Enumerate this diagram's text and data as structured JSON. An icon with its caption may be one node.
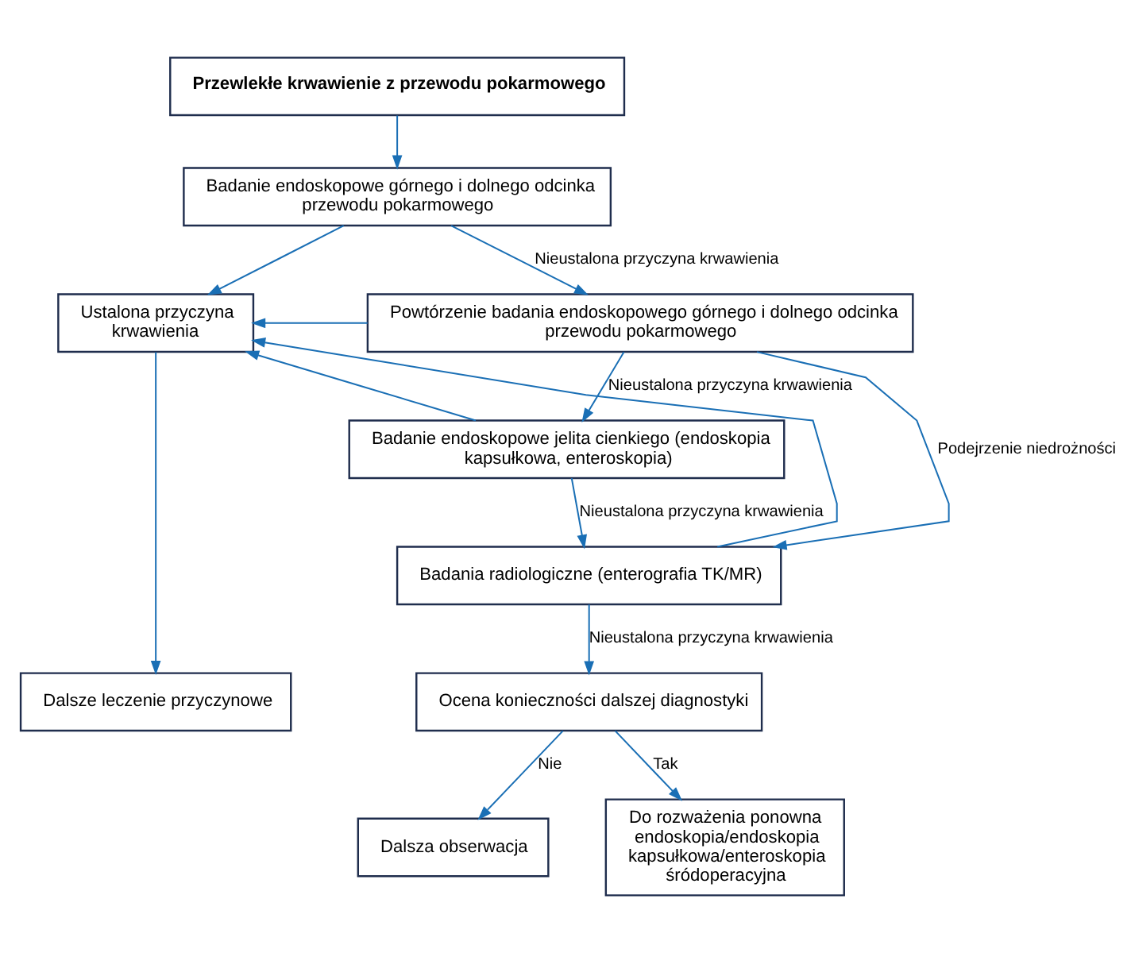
{
  "diagram": {
    "nodes": [
      {
        "text": [
          "Przewlekłe krwawienie z przewodu pokarmowego"
        ]
      },
      {
        "text": [
          "Badanie endoskopowe górnego i dolnego odcinka przewodu pokarmowego"
        ]
      },
      {
        "text": [
          "Ustalona przyczyna krwawienia"
        ]
      },
      {
        "text": [
          "Powtórzenie badania endoskopowego górnego i dolnego odcinka przewodu pokarmowego"
        ]
      },
      {
        "text": [
          "Badanie endoskopowe jelita cienkiego (endoskopia kapsułkowa, enteroskopia)"
        ]
      },
      {
        "text": [
          "Badania radiologiczne (enterografia TK/MR)"
        ]
      },
      {
        "text": [
          "Dalsze leczenie przyczynowe"
        ]
      },
      {
        "text": [
          "Ocena konieczności dalszej diagnostyki"
        ]
      },
      {
        "text": [
          "Dalsza obserwacja"
        ]
      },
      {
        "text": [
          "Do rozważenia ponowna endoskopia/endoskopia kapsułkowa/enteroskopia śródoperacyjna"
        ]
      }
    ],
    "edges": [
      {
        "from": 0,
        "to": 1,
        "arrow": "to"
      },
      {
        "from": 1,
        "to": 3,
        "arrow": "to",
        "label": "Nieustalona przyczyna krwawienia"
      },
      {
        "from": 1,
        "to": 2,
        "arrow": "to"
      },
      {
        "from": 3,
        "to": 4,
        "arrow": "to",
        "label": "Nieustalona przyczyna krwawienia"
      },
      {
        "from": 3,
        "to": 2,
        "arrow": "to"
      },
      {
        "from": 3,
        "to": 5,
        "arrow": "to",
        "label": "Podejrzenie niedrożności"
      },
      {
        "from": 4,
        "to": 5,
        "arrow": "to",
        "label": "Nieustalona przyczyna krwawienia"
      },
      {
        "from": 4,
        "to": 2,
        "arrow": "to"
      },
      {
        "from": 5,
        "to": 7,
        "arrow": "to",
        "label": "Nieustalona przyczyna krwawienia"
      },
      {
        "from": 5,
        "to": 2,
        "arrow": "to"
      },
      {
        "from": 2,
        "to": 6,
        "arrow": "to"
      },
      {
        "from": 7,
        "to": 8,
        "arrow": "to",
        "label": "Nie"
      },
      {
        "from": 7,
        "to": 9,
        "arrow": "to",
        "label": "Tak"
      }
    ]
  }
}
